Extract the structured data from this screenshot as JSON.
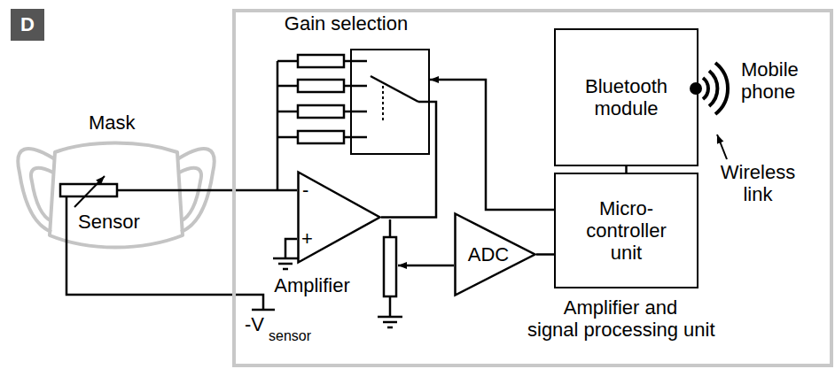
{
  "diagram": {
    "nodes": [
      {
        "text": [
          "D"
        ]
      },
      {
        "text": [
          "Amplifier and signal processing unit"
        ]
      },
      {
        "text": [
          "Gain selection"
        ],
        "in": 1
      },
      {
        "text": [
          "Bluetooth module"
        ],
        "in": 1
      },
      {
        "text": [
          "Amplifier"
        ],
        "in": 1
      },
      {
        "text": [
          "ADC"
        ],
        "in": 1
      },
      {
        "text": [
          "Micro- controller unit"
        ],
        "in": 1
      }
    ],
    "edges": [
      {
        "from": 6,
        "to": 2,
        "arrow": "to"
      },
      {
        "from": 4,
        "to": 2,
        "arrow": "none"
      },
      {
        "from": 3,
        "to": 6,
        "arrow": "none"
      },
      {
        "from": 5,
        "to": 6,
        "arrow": "none"
      }
    ],
    "labels": [
      "Mask",
      "Sensor",
      "-",
      "+",
      "-V",
      "sensor",
      "Mobile phone",
      "Wireless link"
    ]
  }
}
